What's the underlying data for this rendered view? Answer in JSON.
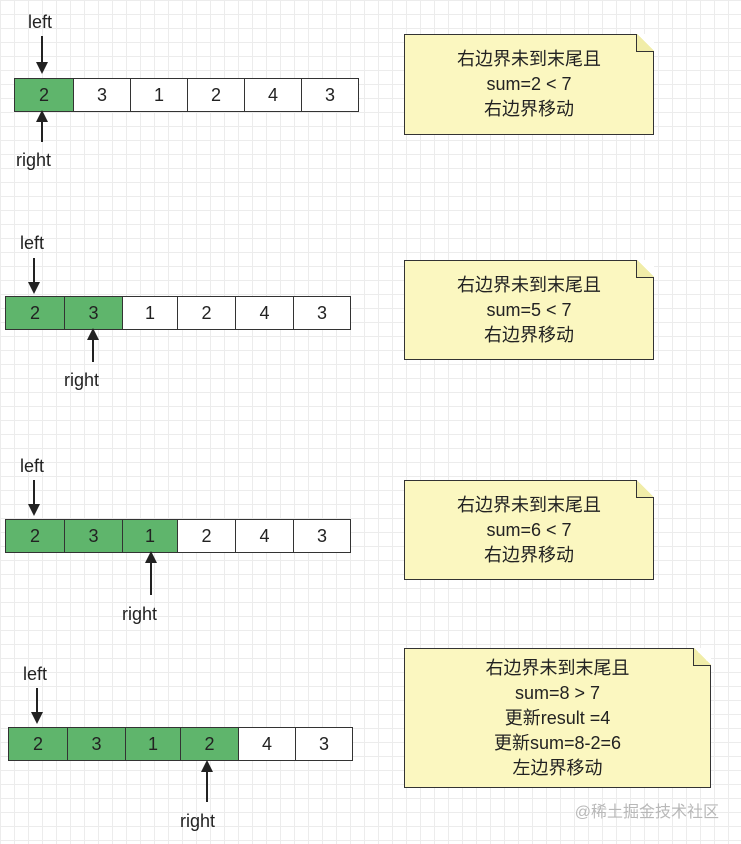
{
  "panels": [
    {
      "left_label": "left",
      "right_label": "right",
      "cells": [
        {
          "value": "2",
          "active": true
        },
        {
          "value": "3",
          "active": false
        },
        {
          "value": "1",
          "active": false
        },
        {
          "value": "2",
          "active": false
        },
        {
          "value": "4",
          "active": false
        },
        {
          "value": "3",
          "active": false
        }
      ],
      "note_lines": [
        "右边界未到末尾且",
        "sum=2 < 7",
        "右边界移动"
      ]
    },
    {
      "left_label": "left",
      "right_label": "right",
      "cells": [
        {
          "value": "2",
          "active": true
        },
        {
          "value": "3",
          "active": true
        },
        {
          "value": "1",
          "active": false
        },
        {
          "value": "2",
          "active": false
        },
        {
          "value": "4",
          "active": false
        },
        {
          "value": "3",
          "active": false
        }
      ],
      "note_lines": [
        "右边界未到末尾且",
        "sum=5 < 7",
        "右边界移动"
      ]
    },
    {
      "left_label": "left",
      "right_label": "right",
      "cells": [
        {
          "value": "2",
          "active": true
        },
        {
          "value": "3",
          "active": true
        },
        {
          "value": "1",
          "active": true
        },
        {
          "value": "2",
          "active": false
        },
        {
          "value": "4",
          "active": false
        },
        {
          "value": "3",
          "active": false
        }
      ],
      "note_lines": [
        "右边界未到末尾且",
        "sum=6 < 7",
        "右边界移动"
      ]
    },
    {
      "left_label": "left",
      "right_label": "right",
      "cells": [
        {
          "value": "2",
          "active": true
        },
        {
          "value": "3",
          "active": true
        },
        {
          "value": "1",
          "active": true
        },
        {
          "value": "2",
          "active": true
        },
        {
          "value": "4",
          "active": false
        },
        {
          "value": "3",
          "active": false
        }
      ],
      "note_lines": [
        "右边界未到末尾且",
        "sum=8 > 7",
        "更新result =4",
        "更新sum=8-2=6",
        "左边界移动"
      ]
    }
  ],
  "colors": {
    "active_cell": "#5fb56c",
    "note_bg": "#fbf7c0",
    "grid": "#ececec"
  },
  "watermark": "@稀土掘金技术社区"
}
